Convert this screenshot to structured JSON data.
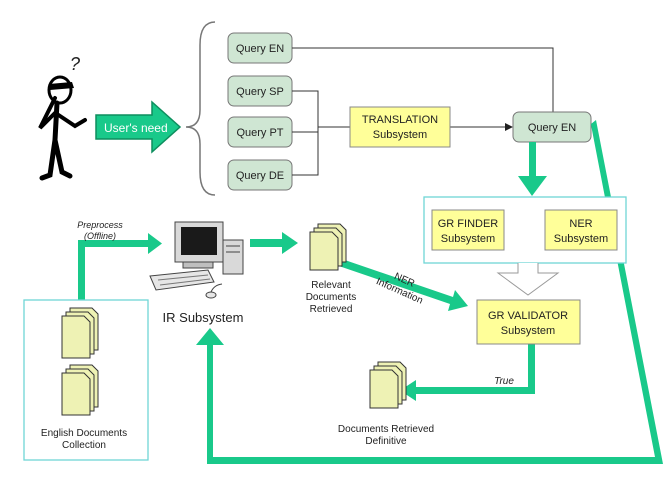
{
  "user_need_label": "User's need",
  "queries": [
    "Query EN",
    "Query SP",
    "Query PT",
    "Query DE"
  ],
  "translation": [
    "TRANSLATION",
    "Subsystem"
  ],
  "query_en_out": "Query EN",
  "gr_finder": [
    "GR FINDER",
    "Subsystem"
  ],
  "ner": [
    "NER",
    "Subsystem"
  ],
  "gr_validator": [
    "GR VALIDATOR",
    "Subsystem"
  ],
  "preprocess": [
    "Preprocess",
    "(Offline)"
  ],
  "ir_subsystem": "IR Subsystem",
  "relevant_docs": [
    "Relevant",
    "Documents",
    "Retrieved"
  ],
  "ner_information": [
    "NER",
    "Information"
  ],
  "true_label": "True",
  "docs_definitive": [
    "Documents Retrieved",
    "Definitive"
  ],
  "english_docs": [
    "English Documents",
    "Collection"
  ],
  "question_mark": "?",
  "colors": {
    "query_fill": "#cfe6d3",
    "subsystem_fill": "#ffff99",
    "flow_arrow": "#19c98a",
    "doc_fill": "#eef2b4"
  }
}
